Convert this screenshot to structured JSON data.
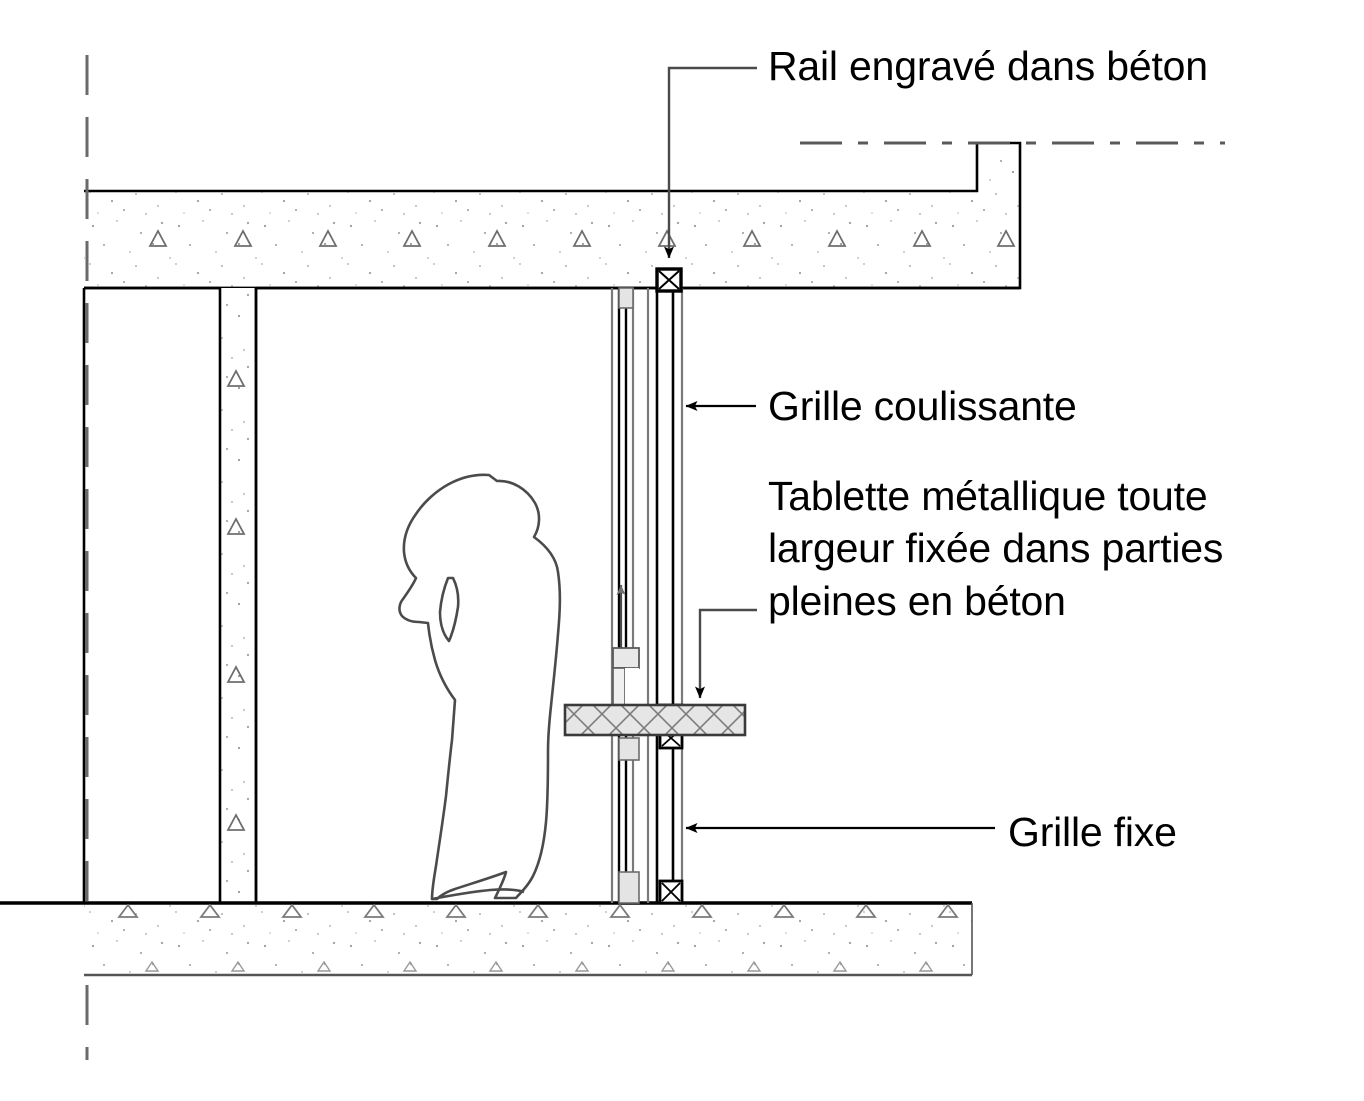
{
  "drawing": {
    "title_type": "architectural-section",
    "language": "fr",
    "background_color": "#ffffff",
    "line_color": "#000000",
    "hatch_color": "#808080",
    "shelf_fill": "#e8e8e8"
  },
  "annotations": {
    "rail": {
      "label": "Rail engravé dans béton",
      "leader": "elbow-down-arrow",
      "target": "rail-box-top"
    },
    "grille_coulissante": {
      "label": "Grille coulissante",
      "leader": "horizontal-arrow-left",
      "target": "sliding-grille"
    },
    "tablette": {
      "label": "Tablette métallique toute largeur fixée dans parties pleines en béton",
      "line1": "Tablette métallique toute",
      "line2": "largeur fixée dans parties",
      "line3": "pleines en béton",
      "leader": "elbow-down-arrow",
      "target": "metal-shelf"
    },
    "grille_fixe": {
      "label": "Grille fixe",
      "leader": "horizontal-arrow-left",
      "target": "fixed-grille"
    }
  },
  "elements": {
    "ceiling_slab": "concrete-ceiling-slab",
    "floor_slab": "concrete-floor-slab",
    "left_column": "concrete-column",
    "person": "human-scale-figure",
    "rail_box": "engraved-rail-channel",
    "shelf": "metal-shelf",
    "centerline": "dash-dot-centerline",
    "up_arrow": "slide-direction-arrow"
  }
}
